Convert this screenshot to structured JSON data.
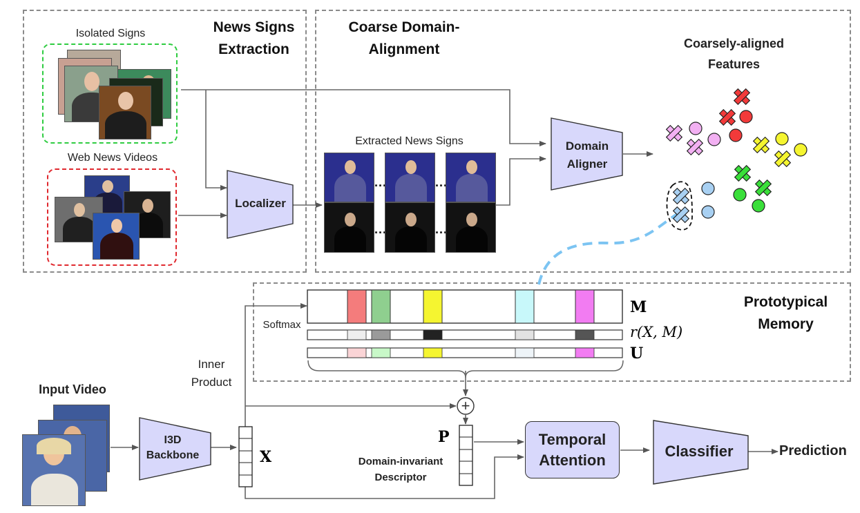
{
  "regions": {
    "news_signs_extraction": "News Signs Extraction",
    "coarse_domain_alignment": "Coarse Domain-Alignment",
    "prototypical_memory": "Prototypical Memory"
  },
  "labels": {
    "isolated_signs": "Isolated Signs",
    "web_news_videos": "Web News Videos",
    "extracted_news_signs": "Extracted News Signs",
    "coarsely_aligned_features": "Coarsely-aligned Features",
    "softmax": "Softmax",
    "inner_product": "Inner Product",
    "input_video": "Input Video",
    "domain_invariant_descriptor": "Domain-invariant Descriptor",
    "prediction": "Prediction",
    "ellipsis": "..."
  },
  "modules": {
    "localizer": "Localizer",
    "domain_aligner": "Domain Aligner",
    "i3d_backbone": "I3D Backbone",
    "temporal_attention": "Temporal Attention",
    "classifier": "Classifier"
  },
  "symbols": {
    "memory": "M",
    "relevance": "r(X, M)",
    "updated": "U",
    "features": "X",
    "descriptor": "P",
    "plus": "+"
  },
  "colors": {
    "module_fill": "#d8d8fb",
    "module_stroke": "#333333",
    "isolated_border": "#2ecc40",
    "news_border": "#e0282e",
    "link_dash": "#7cc4f2",
    "memory_slots": [
      "#f47c7c",
      "#8fcf8f",
      "#f5f530",
      "#c8f8fa",
      "#f27cf2"
    ],
    "relevance_slots": [
      "#eeeeee",
      "#9a9a9a",
      "#222222",
      "#e2e2e2",
      "#555555"
    ],
    "updated_slots": [
      "#fad4d6",
      "#c8f8c8",
      "#f5f530",
      "#eef4f8",
      "#f27cf2"
    ],
    "clusters": {
      "red": "#f23a3a",
      "pink": "#f2b0f2",
      "yellow": "#f5f530",
      "green": "#3adf3a",
      "blue": "#a8d0f2"
    }
  }
}
